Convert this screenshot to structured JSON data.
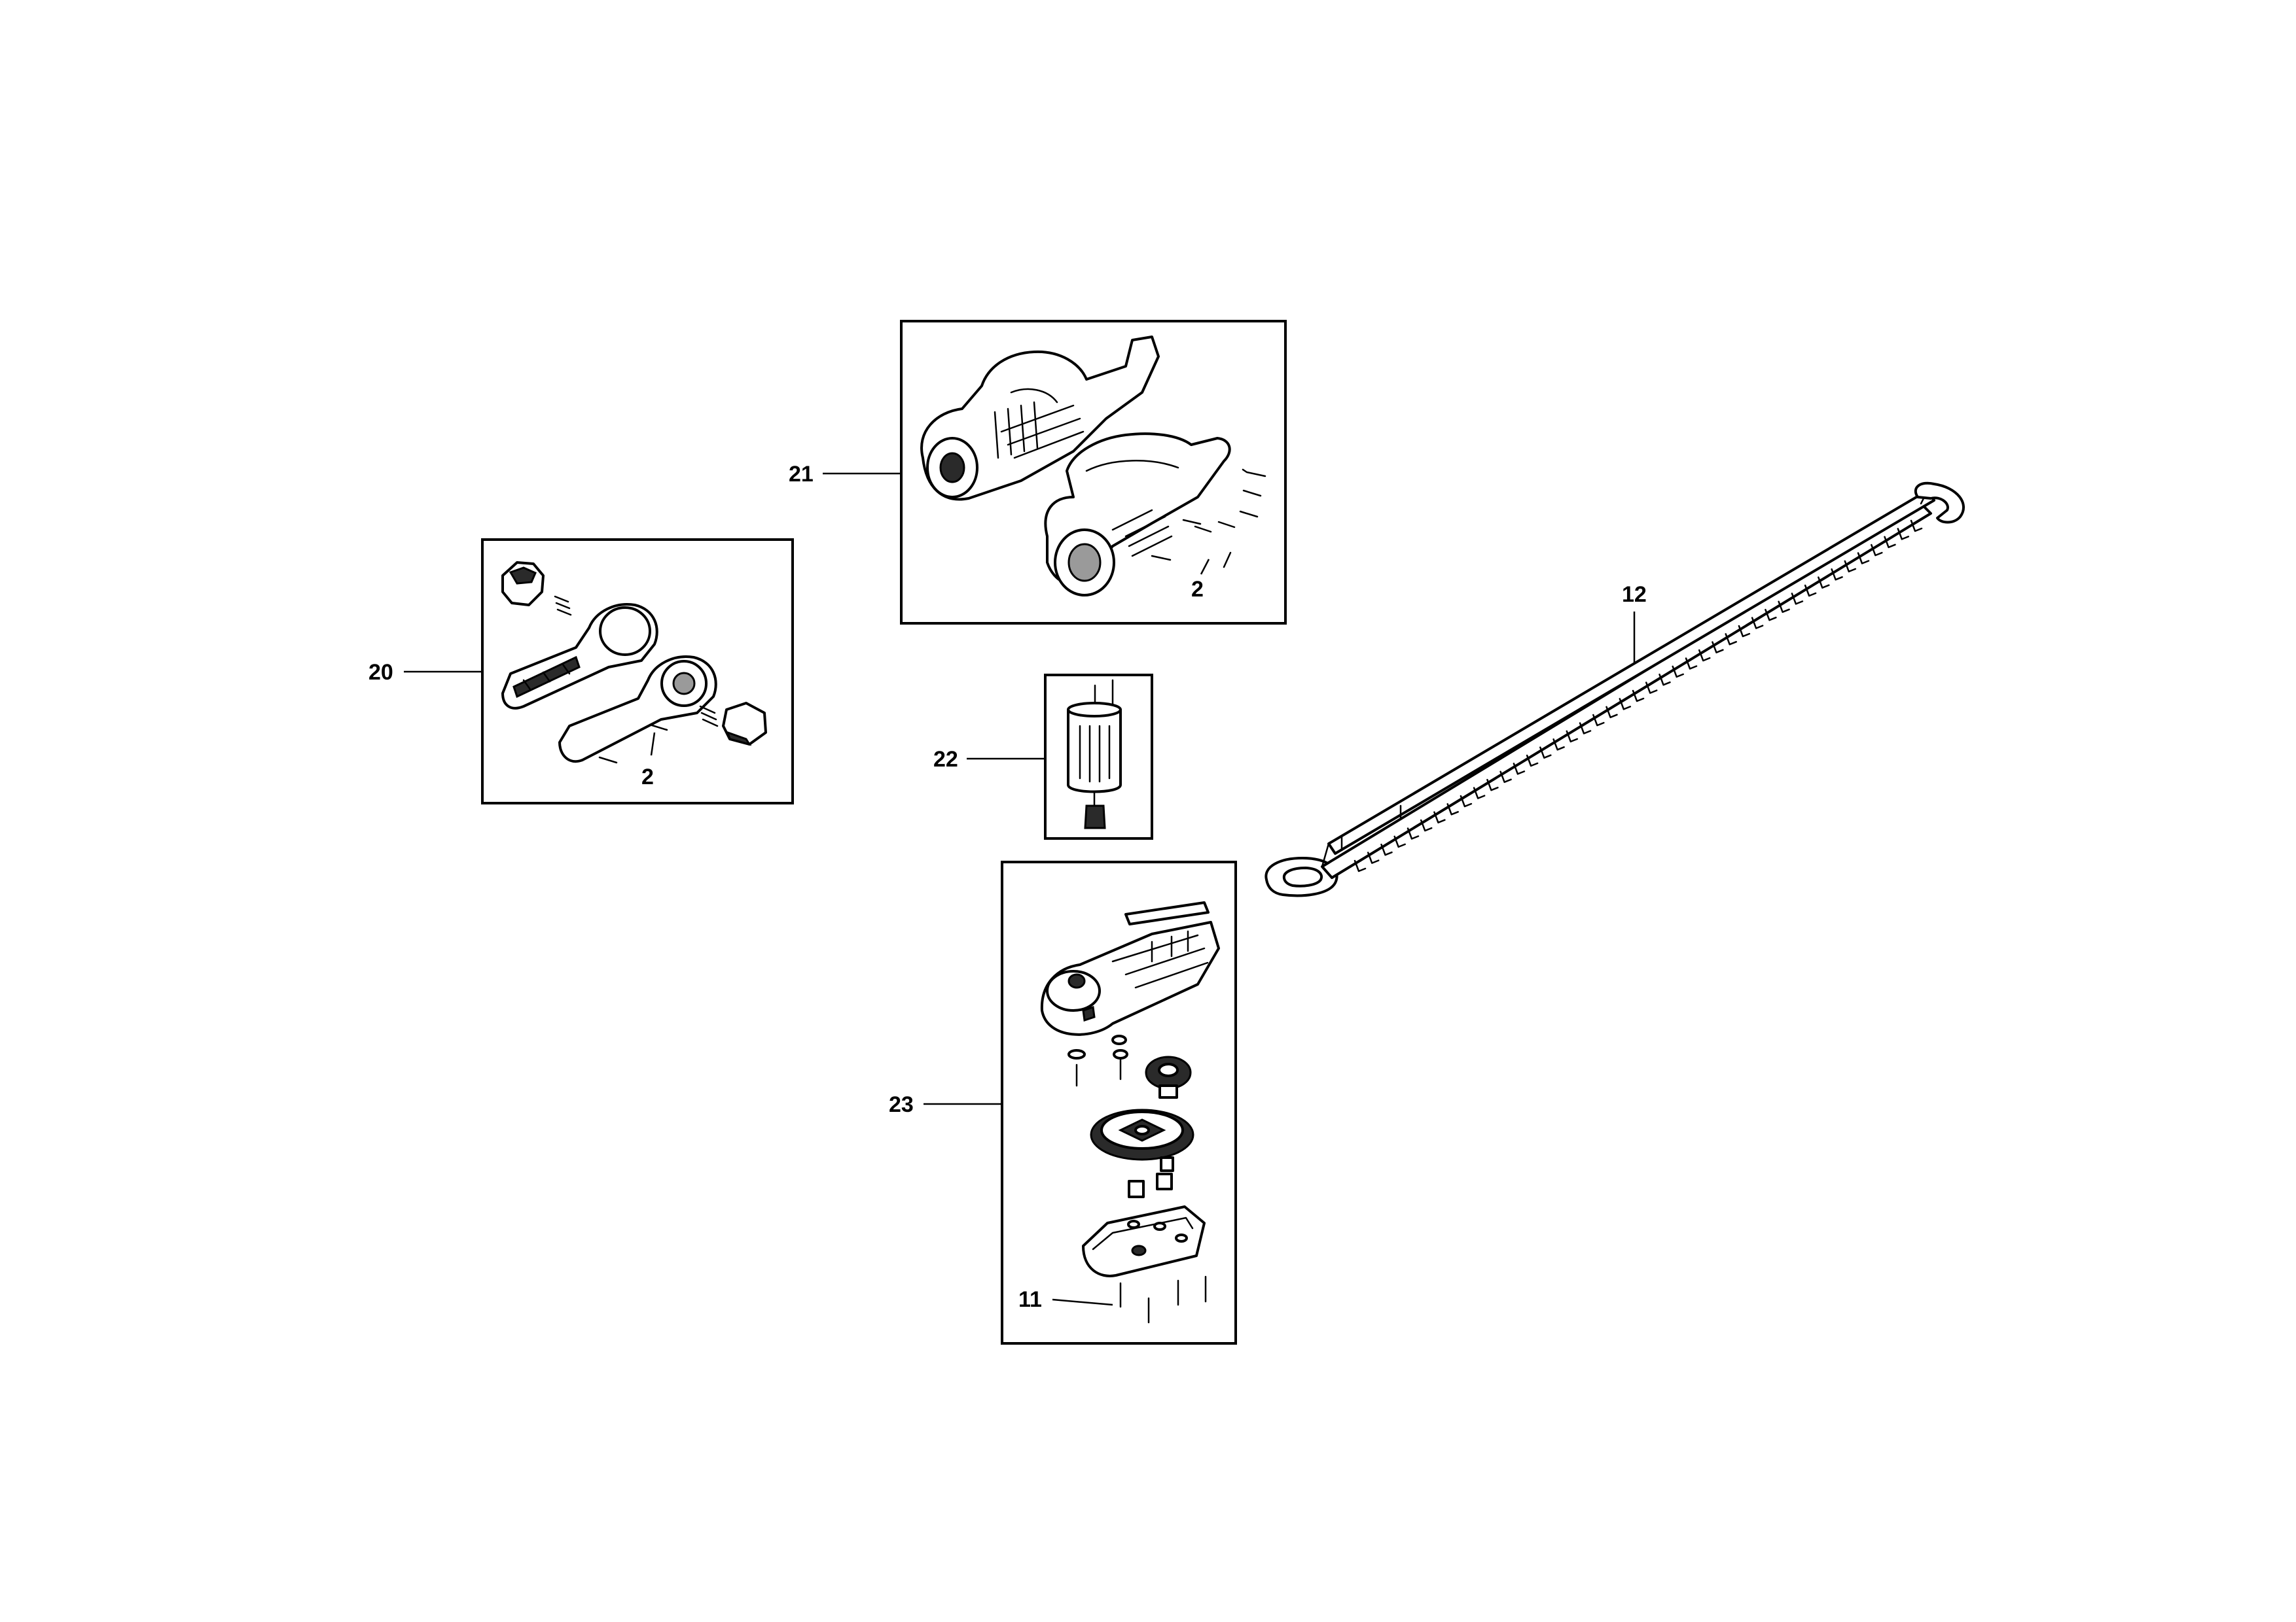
{
  "colors": {
    "line": "#000000",
    "background": "#ffffff"
  },
  "callouts": {
    "c21": "21",
    "c2a": "2",
    "c20": "20",
    "c2b": "2",
    "c12": "12",
    "c22": "22",
    "c23": "23",
    "c11": "11"
  }
}
